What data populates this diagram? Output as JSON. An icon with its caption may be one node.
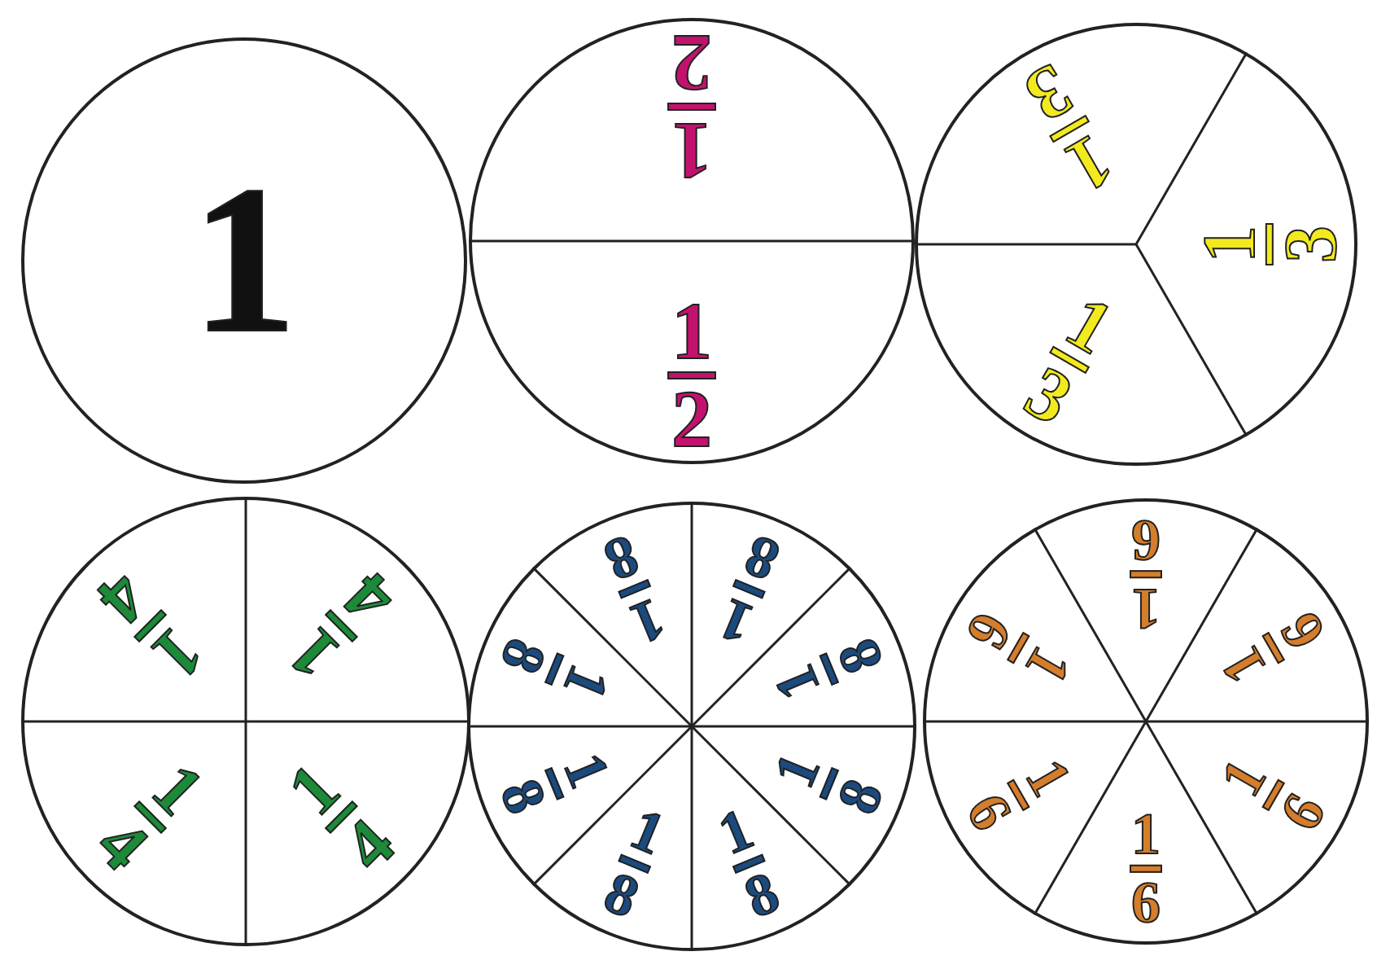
{
  "diagram": {
    "nodes": [
      {
        "text": [
          "1"
        ]
      },
      {
        "text": [],
        "shape": "circle"
      },
      {
        "text": [
          "1",
          "2"
        ],
        "in": 1
      },
      {
        "text": [
          "1",
          "2"
        ],
        "in": 1
      },
      {
        "text": [],
        "shape": "circle"
      },
      {
        "text": [
          "1",
          "3"
        ],
        "in": 4
      },
      {
        "text": [
          "1",
          "3"
        ],
        "in": 4
      },
      {
        "text": [
          "1",
          "3"
        ],
        "in": 4
      },
      {
        "text": [],
        "shape": "circle"
      },
      {
        "text": [
          "1",
          "4"
        ],
        "in": 8
      },
      {
        "text": [
          "1",
          "4"
        ],
        "in": 8
      },
      {
        "text": [
          "1",
          "4"
        ],
        "in": 8
      },
      {
        "text": [
          "1",
          "4"
        ],
        "in": 8
      },
      {
        "text": [],
        "shape": "circle"
      },
      {
        "text": [
          "1",
          "8"
        ],
        "in": 13
      },
      {
        "text": [
          "1",
          "8"
        ],
        "in": 13
      },
      {
        "text": [
          "1",
          "8"
        ],
        "in": 13
      },
      {
        "text": [
          "1",
          "8"
        ],
        "in": 13
      },
      {
        "text": [
          "1",
          "8"
        ],
        "in": 13
      },
      {
        "text": [
          "1",
          "8"
        ],
        "in": 13
      },
      {
        "text": [
          "1",
          "8"
        ],
        "in": 13
      },
      {
        "text": [
          "1",
          "8"
        ],
        "in": 13
      },
      {
        "text": [],
        "shape": "circle"
      },
      {
        "text": [
          "1",
          "6"
        ],
        "in": 22
      },
      {
        "text": [
          "1",
          "6"
        ],
        "in": 22
      },
      {
        "text": [
          "1",
          "6"
        ],
        "in": 22
      },
      {
        "text": [
          "1",
          "6"
        ],
        "in": 22
      },
      {
        "text": [
          "1",
          "6"
        ],
        "in": 22
      },
      {
        "text": [
          "1",
          "6"
        ],
        "in": 22
      }
    ]
  }
}
